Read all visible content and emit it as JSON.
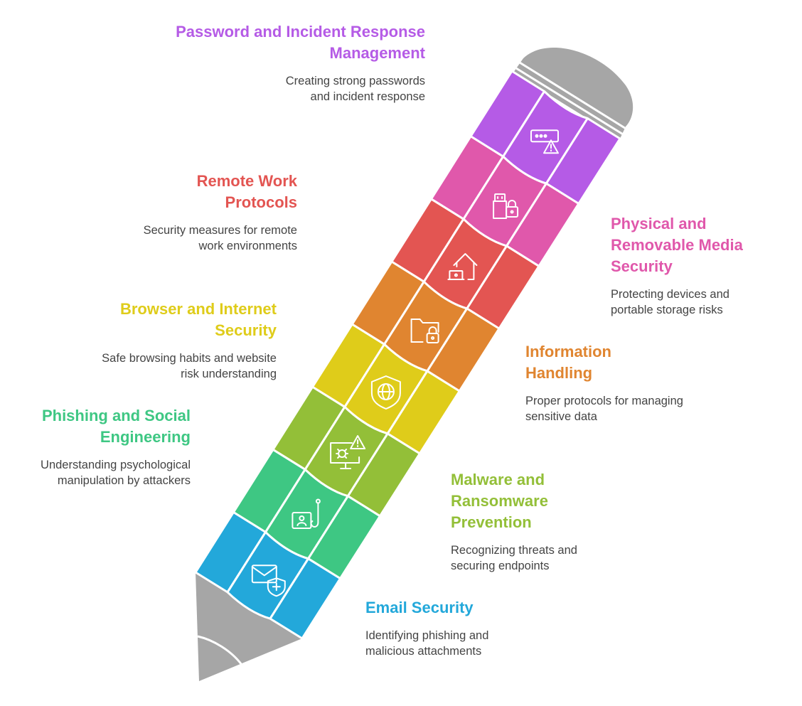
{
  "colors": {
    "pencil_gray": "#a6a6a6",
    "outline": "#ffffff",
    "description_text": "#444444"
  },
  "segments": [
    {
      "id": "password",
      "title": "Password and Incident Response Management",
      "description": "Creating strong passwords and incident response",
      "color": "#b55be6",
      "icon": "password-warning-icon"
    },
    {
      "id": "physical",
      "title": "Physical and Removable Media Security",
      "description": "Protecting devices and portable storage risks",
      "color": "#e058ab",
      "icon": "usb-lock-icon"
    },
    {
      "id": "remote",
      "title": "Remote Work Protocols",
      "description": "Security measures for remote work environments",
      "color": "#e35552",
      "icon": "home-laptop-icon"
    },
    {
      "id": "information",
      "title": "Information Handling",
      "description": "Proper protocols for managing sensitive data",
      "color": "#e08530",
      "icon": "folder-lock-icon"
    },
    {
      "id": "browser",
      "title": "Browser and Internet Security",
      "description": "Safe browsing habits and website risk understanding",
      "color": "#dfcc1a",
      "icon": "globe-shield-icon"
    },
    {
      "id": "malware",
      "title": "Malware and Ransomware Prevention",
      "description": "Recognizing threats and securing endpoints",
      "color": "#93bf38",
      "icon": "bug-monitor-warning-icon"
    },
    {
      "id": "phishing",
      "title": "Phishing and Social Engineering",
      "description": "Understanding psychological manipulation by attackers",
      "color": "#3ec783",
      "icon": "fishing-hook-user-icon"
    },
    {
      "id": "email",
      "title": "Email Security",
      "description": "Identifying phishing and malicious attachments",
      "color": "#23a8da",
      "icon": "envelope-shield-icon"
    }
  ]
}
